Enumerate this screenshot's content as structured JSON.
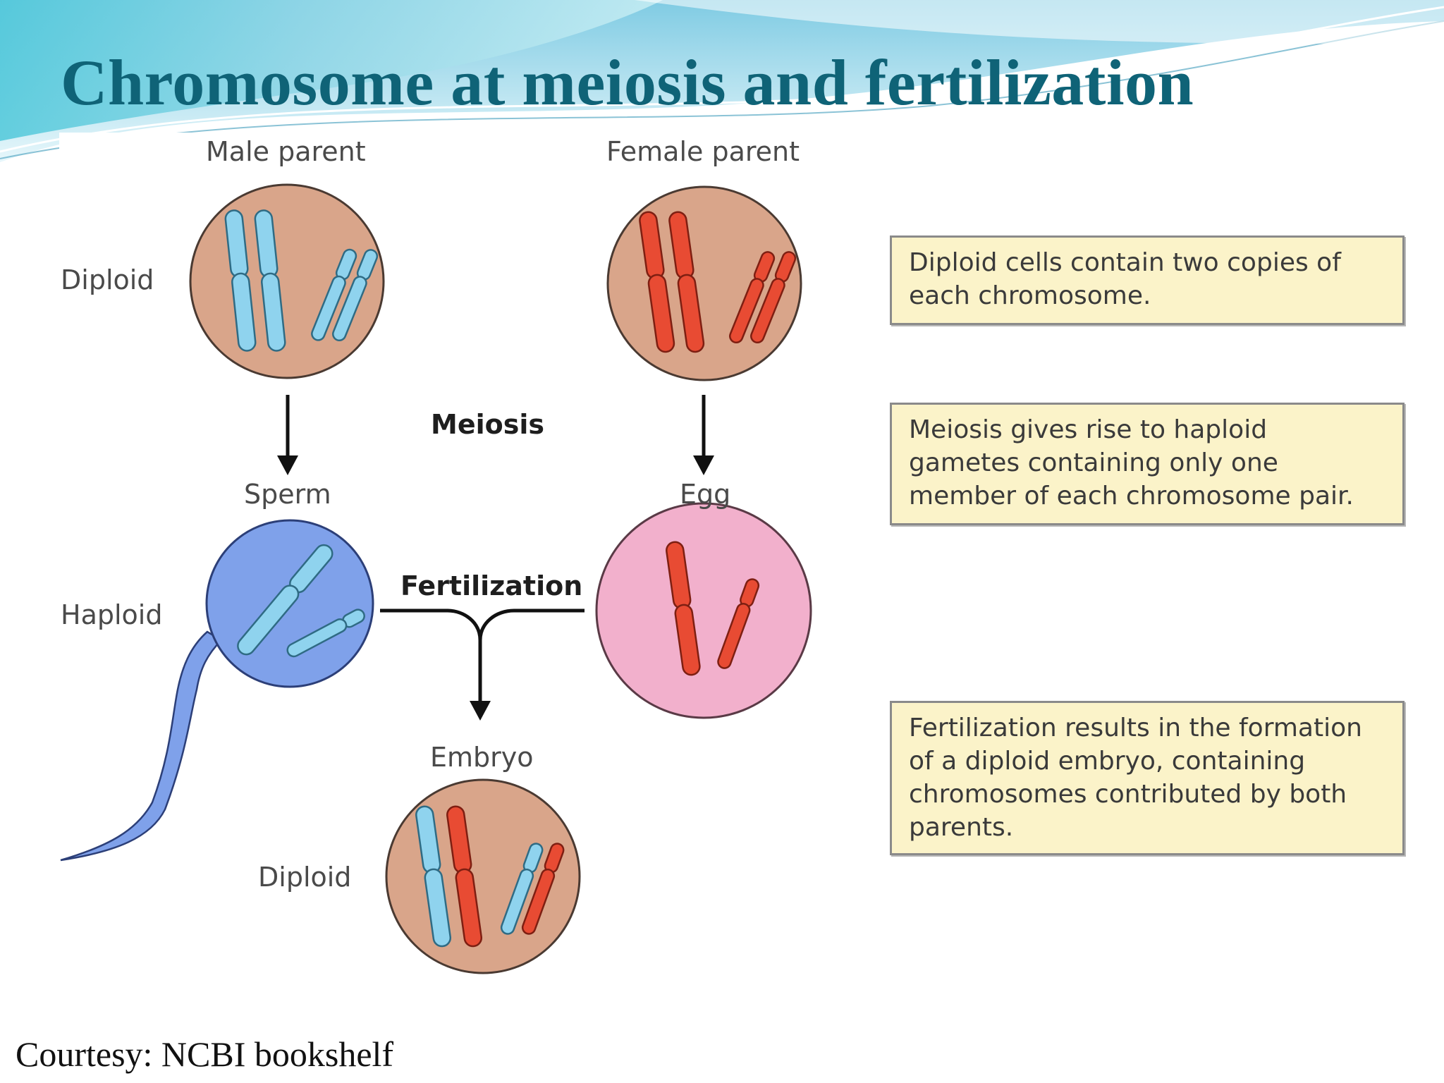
{
  "slide": {
    "title": "Chromosome at meiosis and fertilization",
    "credit": "Courtesy: NCBI bookshelf"
  },
  "diagram": {
    "labels": {
      "male_parent": "Male parent",
      "female_parent": "Female parent",
      "diploid_top": "Diploid",
      "meiosis": "Meiosis",
      "sperm": "Sperm",
      "egg": "Egg",
      "haploid": "Haploid",
      "fertilization": "Fertilization",
      "embryo": "Embryo",
      "diploid_bottom": "Diploid"
    },
    "notes": {
      "diploid": "Diploid cells contain two copies of each chromosome.",
      "meiosis": "Meiosis gives rise to haploid gametes containing only one member of each chromosome pair.",
      "fertilization": "Fertilization results in the formation of a diploid embryo, containing chromosomes contributed by both parents."
    },
    "colors": {
      "title": "#0f6377",
      "cell_diploid": "#d9a58a",
      "cell_sperm": "#7fa1ea",
      "cell_egg": "#f2b0cc",
      "chromosome_paternal": "#8fd3ee",
      "chromosome_maternal": "#e84b33",
      "note_fill": "#fbf3c9"
    }
  }
}
